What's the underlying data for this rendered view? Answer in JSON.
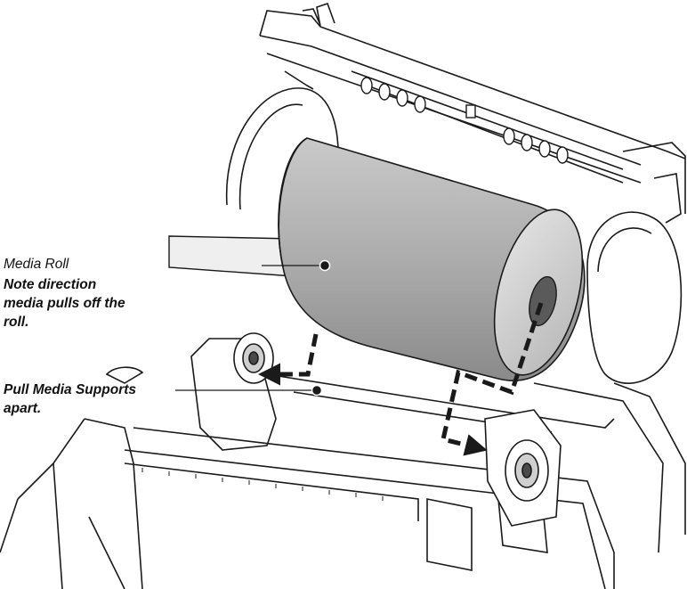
{
  "labels": {
    "media_roll": {
      "name": "Media Roll",
      "note": [
        "Note direction",
        "media pulls off the",
        "roll."
      ]
    },
    "pull_supports": {
      "text": [
        "Pull Media Supports",
        "apart."
      ]
    }
  },
  "colors": {
    "line": "#1a1a1a",
    "roll_light": "#bdbdbd",
    "roll_dark": "#8f8f8f",
    "paper": "#ececec",
    "arrow": "#1a1a1a"
  },
  "icons": [
    "leader-dot",
    "dashed-arrow-left",
    "dashed-arrow-right"
  ]
}
